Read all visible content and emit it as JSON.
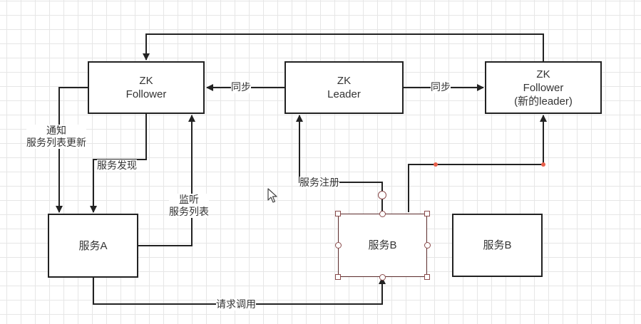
{
  "nodes": {
    "follower_left": {
      "line1": "ZK",
      "line2": "Follower"
    },
    "leader": {
      "line1": "ZK",
      "line2": "Leader"
    },
    "follower_right": {
      "line1": "ZK",
      "line2": "Follower",
      "line3": "(新的leader)"
    },
    "service_a": {
      "label": "服务A"
    },
    "service_b": {
      "label": "服务B"
    },
    "service_b2": {
      "label": "服务B"
    }
  },
  "edges": {
    "sync_left": "同步",
    "sync_right": "同步",
    "notify_line1": "通知",
    "notify_line2": "服务列表更新",
    "discover": "服务发现",
    "listen_line1": "监听",
    "listen_line2": "服务列表",
    "register": "服务注册",
    "request": "请求调用"
  },
  "colors": {
    "stroke": "#222222",
    "selection": "#8a4b4b",
    "waypoint": "#e8604c"
  },
  "icons": [
    "mouse-cursor-icon"
  ]
}
